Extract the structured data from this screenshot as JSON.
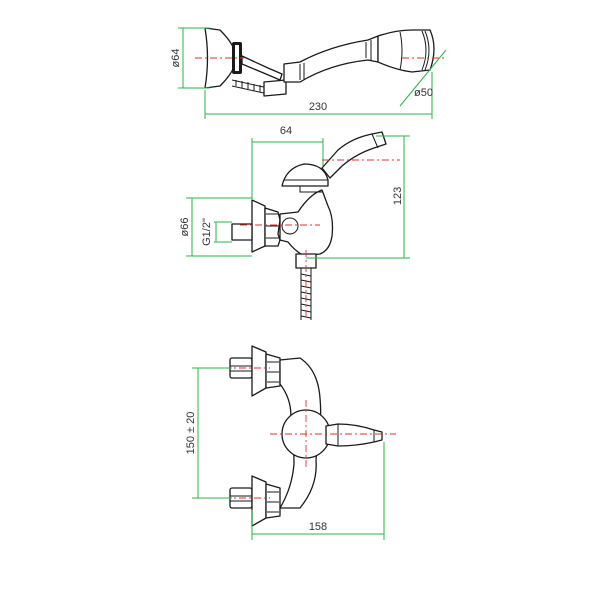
{
  "colors": {
    "outline": "#1a1a1a",
    "dimension_line": "#2bb34a",
    "center_line": "#e03030",
    "label_text": "#333333",
    "background": "#ffffff"
  },
  "views": {
    "hand_shower": {
      "dims": {
        "wall_holder_diameter": "ø64",
        "overall_length": "230",
        "head_diameter": "ø50"
      }
    },
    "side_view": {
      "dims": {
        "depth": "64",
        "height": "123",
        "flange_diameter": "ø66",
        "thread": "G1/2\""
      }
    },
    "top_view": {
      "dims": {
        "inlet_spacing": "150 ± 20",
        "projection": "158"
      }
    }
  }
}
